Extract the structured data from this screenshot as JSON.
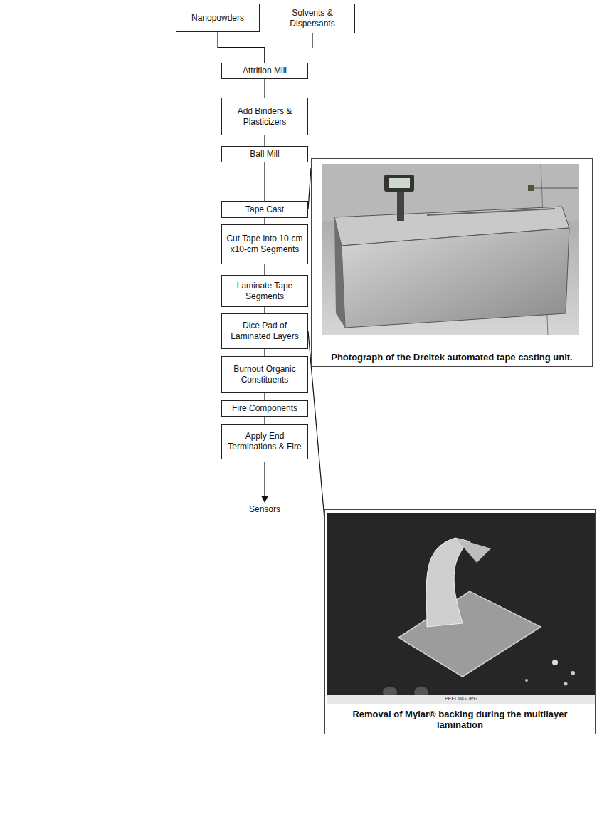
{
  "diagram": {
    "nodes": [
      {
        "text": [
          "Nanopowders"
        ]
      },
      {
        "text": [
          "Solvents & Dispersants"
        ]
      },
      {
        "text": [
          "Attrition Mill"
        ]
      },
      {
        "text": [
          "Add Binders & Plasticizers"
        ]
      },
      {
        "text": [
          "Ball Mill"
        ]
      },
      {
        "text": [
          "Tape Cast"
        ]
      },
      {
        "text": [
          "Cut Tape into 10-cm x10-cm Segments"
        ]
      },
      {
        "text": [
          "Laminate Tape Segments"
        ]
      },
      {
        "text": [
          "Dice Pad of Laminated Layers"
        ]
      },
      {
        "text": [
          "Burnout Organic Constituents"
        ]
      },
      {
        "text": [
          "Fire Components"
        ]
      },
      {
        "text": [
          "Apply End Terminations & Fire"
        ]
      },
      {
        "text": [
          "Photograph of the Dreitek automated tape casting unit."
        ]
      },
      {
        "text": [
          "Removal of Mylar® backing during the multilayer lamination"
        ]
      }
    ],
    "edges": [
      {
        "from": 0,
        "to": 2,
        "arrow": "none"
      },
      {
        "from": 1,
        "to": 2,
        "arrow": "none"
      },
      {
        "from": 2,
        "to": 3,
        "arrow": "none"
      },
      {
        "from": 3,
        "to": 4,
        "arrow": "none"
      },
      {
        "from": 4,
        "to": 5,
        "arrow": "none"
      },
      {
        "from": 5,
        "to": 6,
        "arrow": "none"
      },
      {
        "from": 6,
        "to": 7,
        "arrow": "none"
      },
      {
        "from": 7,
        "to": 8,
        "arrow": "none"
      },
      {
        "from": 8,
        "to": 9,
        "arrow": "none"
      },
      {
        "from": 9,
        "to": 10,
        "arrow": "none"
      },
      {
        "from": 10,
        "to": 11,
        "arrow": "none"
      },
      {
        "from": 5,
        "to": 12,
        "arrow": "none"
      },
      {
        "from": 8,
        "to": 13,
        "arrow": "none"
      }
    ],
    "labels": [
      "Sensors",
      "PEELING.JPG"
    ]
  }
}
